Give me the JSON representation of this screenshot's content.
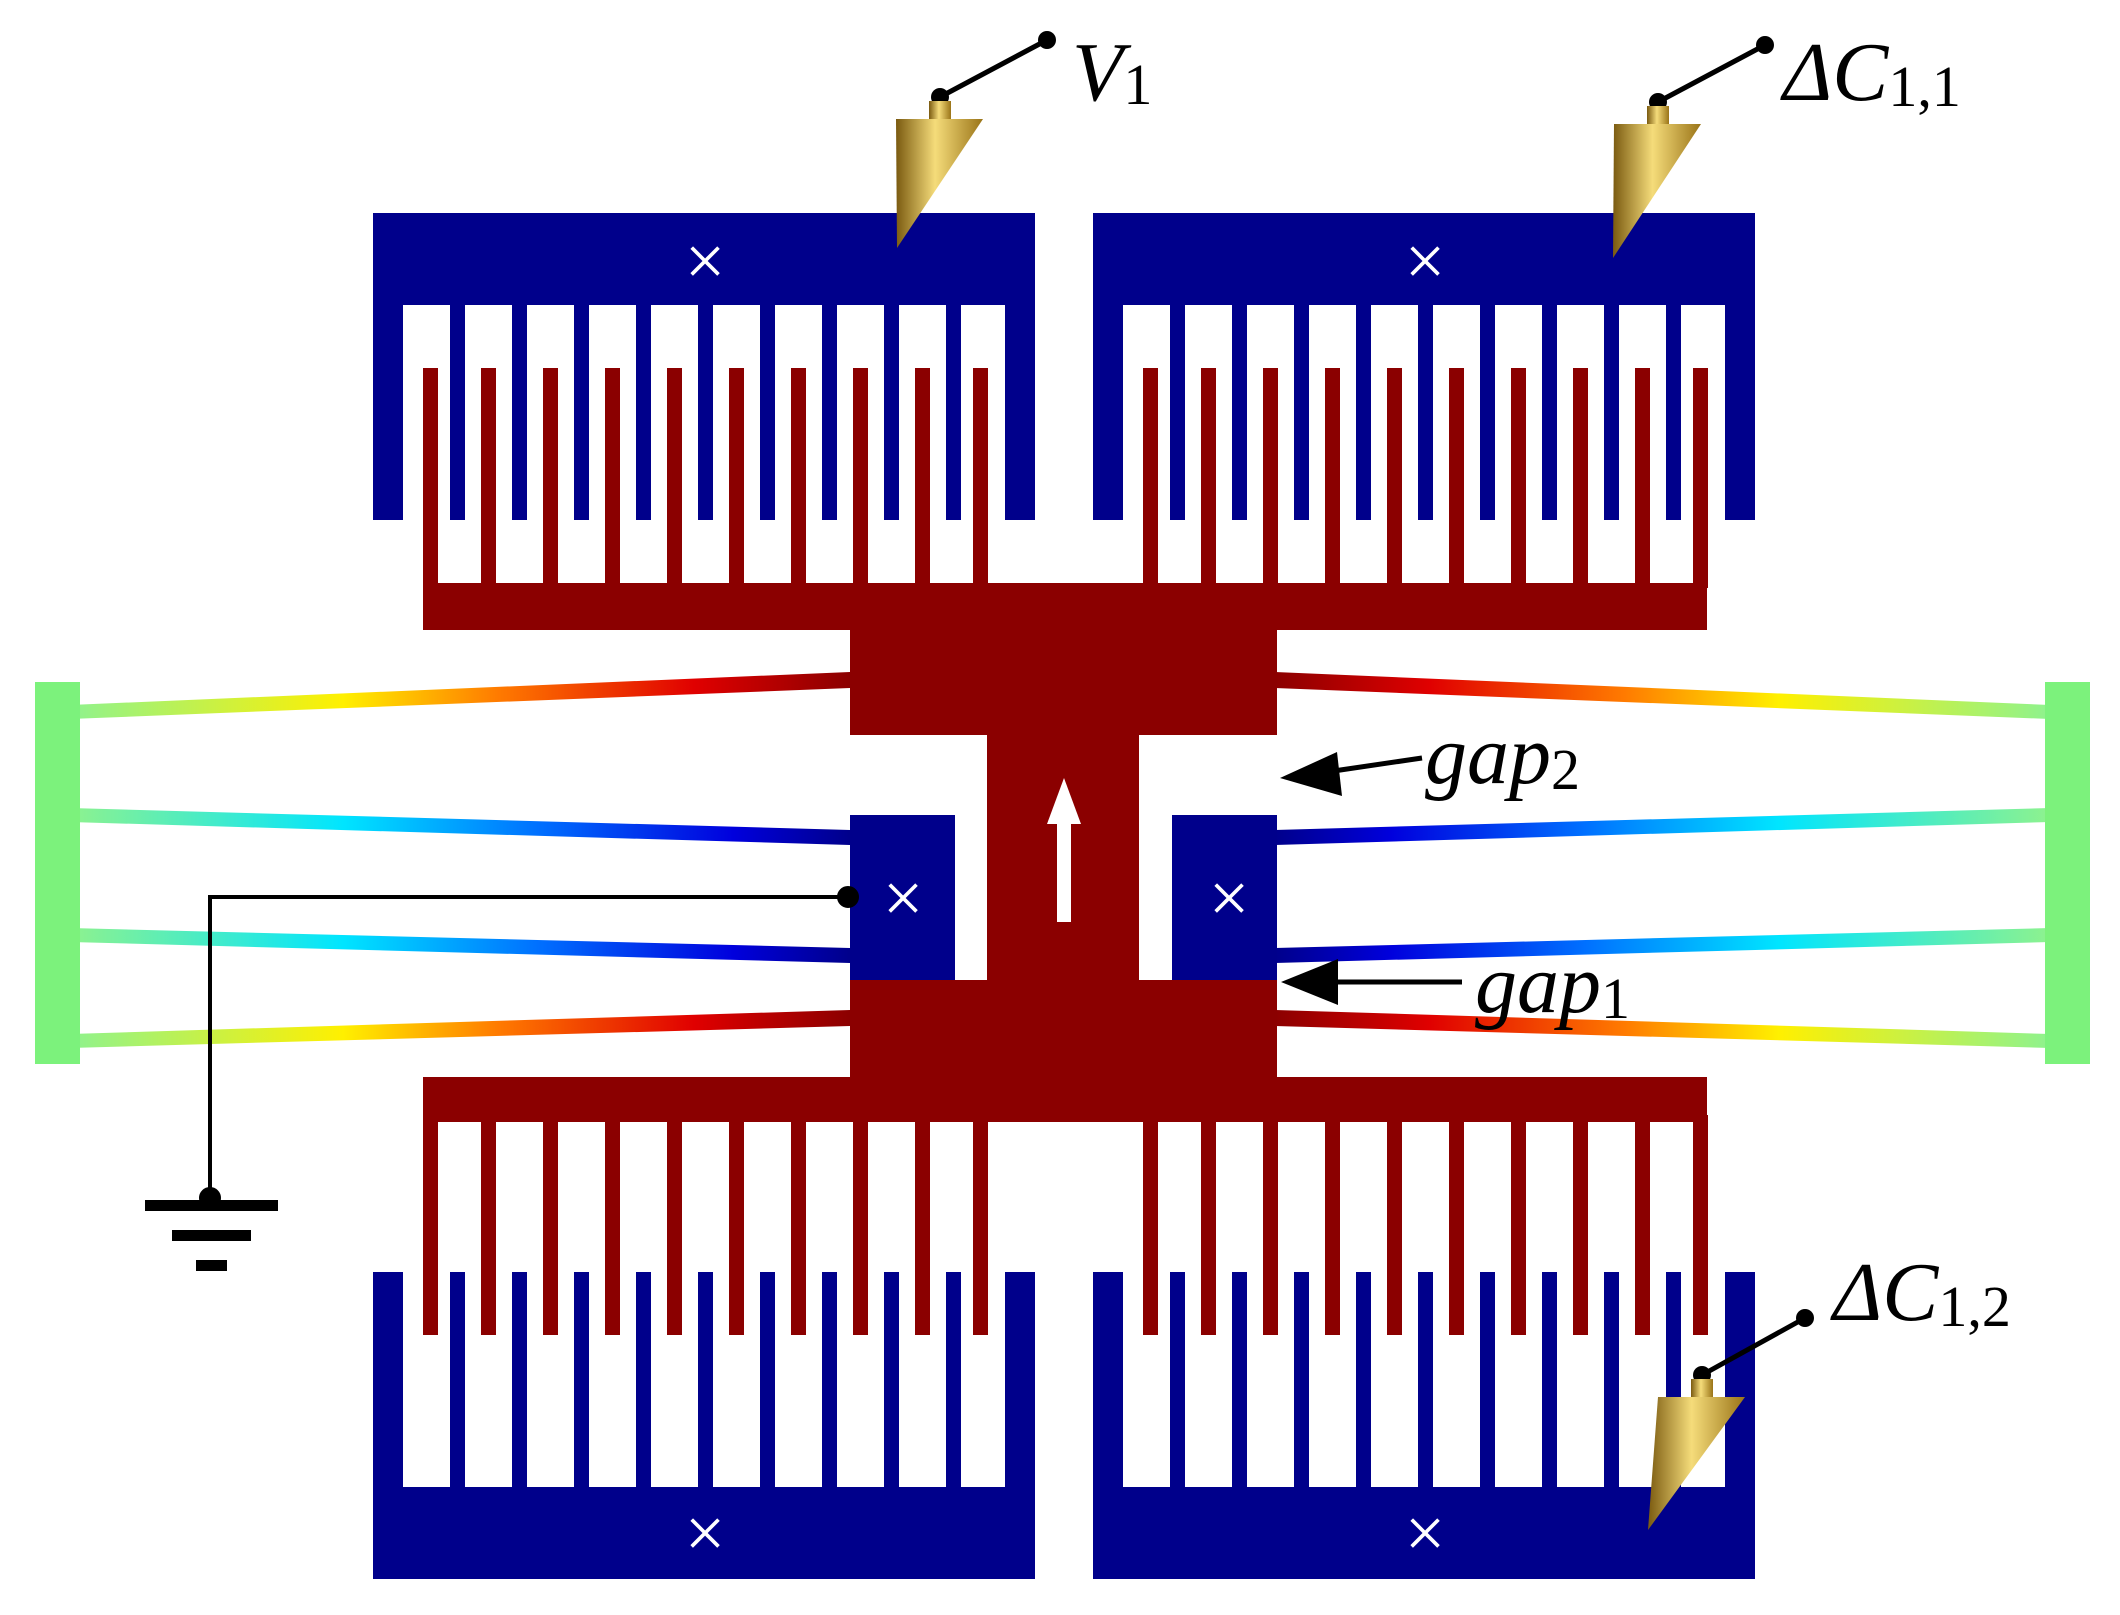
{
  "labels": {
    "v1": {
      "main": "V",
      "sub": "1"
    },
    "dc11": {
      "main": "ΔC",
      "sub": "1,1"
    },
    "dc12": {
      "main": "ΔC",
      "sub": "1,2"
    },
    "gap2": {
      "main": "gap",
      "sub": "2"
    },
    "gap1": {
      "main": "gap",
      "sub": "1"
    }
  },
  "anchor_mark": "×",
  "colors": {
    "fixed_electrode": "#00008b",
    "moving_mass": "#8b0000",
    "anchor_bar": "#7cf27c",
    "wire": "#000000",
    "probe_gold": "#c9a43a"
  }
}
